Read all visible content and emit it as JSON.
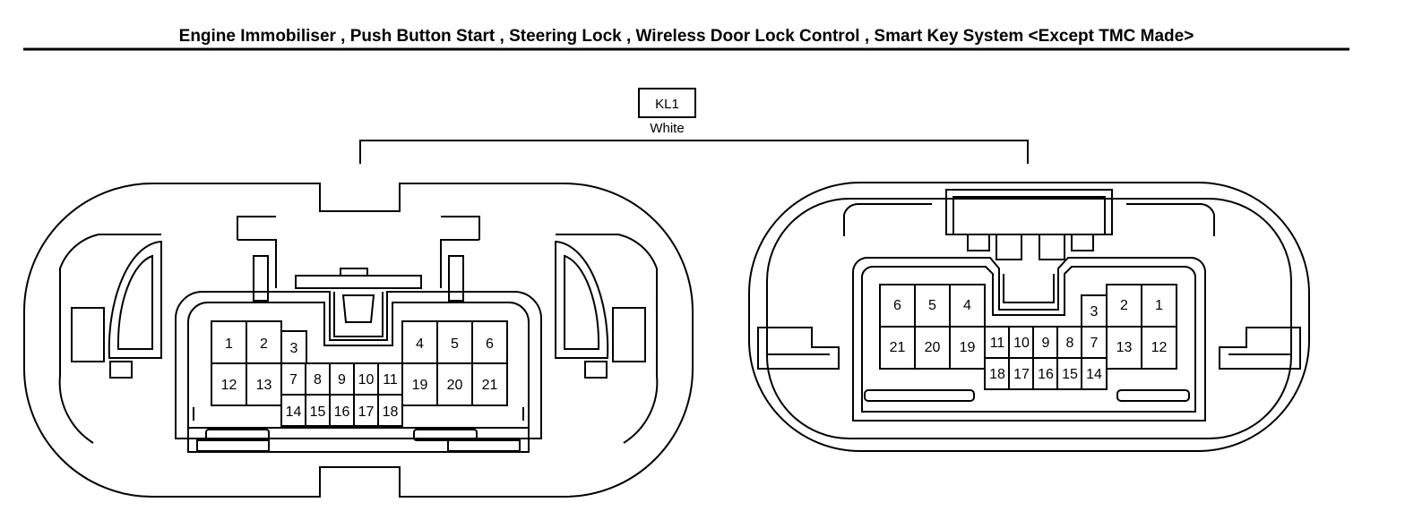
{
  "header": {
    "title": "Engine Immobiliser , Push Button Start , Steering Lock , Wireless Door Lock Control , Smart Key System <Except TMC Made>"
  },
  "connector": {
    "code": "KL1",
    "color": "White"
  },
  "left_connector": {
    "pins": {
      "1": "1",
      "2": "2",
      "3": "3",
      "4": "4",
      "5": "5",
      "6": "6",
      "7": "7",
      "8": "8",
      "9": "9",
      "10": "10",
      "11": "11",
      "12": "12",
      "13": "13",
      "14": "14",
      "15": "15",
      "16": "16",
      "17": "17",
      "18": "18",
      "19": "19",
      "20": "20",
      "21": "21"
    }
  },
  "right_connector": {
    "pins": {
      "1": "1",
      "2": "2",
      "3": "3",
      "4": "4",
      "5": "5",
      "6": "6",
      "7": "7",
      "8": "8",
      "9": "9",
      "10": "10",
      "11": "11",
      "12": "12",
      "13": "13",
      "14": "14",
      "15": "15",
      "16": "16",
      "17": "17",
      "18": "18",
      "19": "19",
      "20": "20",
      "21": "21"
    }
  }
}
